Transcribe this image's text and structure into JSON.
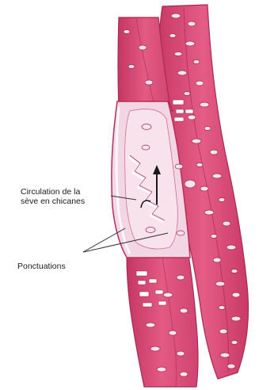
{
  "labels": {
    "circulation_line1": "Circulation de la",
    "circulation_line2": "sève en chicanes",
    "ponctuations": "Ponctuations"
  },
  "colors": {
    "vessel_fill": "#e0507a",
    "vessel_dark": "#b8305a",
    "cell_lumen": "#f3d6e3",
    "pit_fill": "#f7e4ec",
    "arrow": "#1a1a1a"
  }
}
